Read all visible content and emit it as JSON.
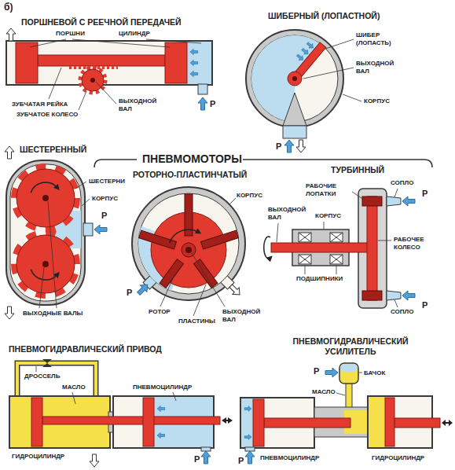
{
  "diagram": {
    "labels": [
      "б)",
      "ПОРШНЕВОЙ С РЕЕЧНОЙ ПЕРЕДАЧЕЙ",
      "ПОРШНИ",
      "ЦИЛИНДР",
      "ЗУБЧАТАЯ РЕЙКА",
      "ЗУБЧАТОЕ КОЛЕСО",
      "ВЫХОДНОЙ ВАЛ",
      "P",
      "ШИБЕРНЫЙ (ЛОПАСТНОЙ)",
      "ШИБЕР (ЛОПАСТЬ)",
      "ВЫХОДНОЙ ВАЛ",
      "КОРПУС",
      "P",
      "ШЕСТЕРЕННЫЙ",
      "ПНЕВМОМОТОРЫ",
      "РОТОРНО-ПЛАСТИНЧАТЫЙ",
      "ТУРБИННЫЙ",
      "ШЕСТЕРНИ",
      "КОРПУС",
      "P",
      "ВЫХОДНЫЕ ВАЛЫ",
      "КОРПУС",
      "P",
      "РОТОР",
      "ПЛАСТИНЫ",
      "ВЫХОДНОЙ ВАЛ",
      "РАБОЧИЕ ЛОПАТКИ",
      "СОПЛО",
      "P",
      "ВЫХОДНОЙ ВАЛ",
      "КОРПУС",
      "РАБОЧЕЕ КОЛЕСО",
      "ПОДШИПНИКИ",
      "СОПЛО",
      "P",
      "ПНЕВМОГИДРАВЛИЧЕСКИЙ ПРИВОД",
      "ДРОССЕЛЬ",
      "МАСЛО",
      "ПНЕВМОЦИЛИНДР",
      "ГИДРОЦИЛИНДР",
      "P",
      "ПНЕВМОГИДРАВЛИЧЕСКИЙ УСИЛИТЕЛЬ",
      "P",
      "БАЧОК",
      "МАСЛО",
      "P",
      "ПНЕВМОЦИЛИНДР",
      "ГИДРОЦИЛИНДР"
    ]
  }
}
